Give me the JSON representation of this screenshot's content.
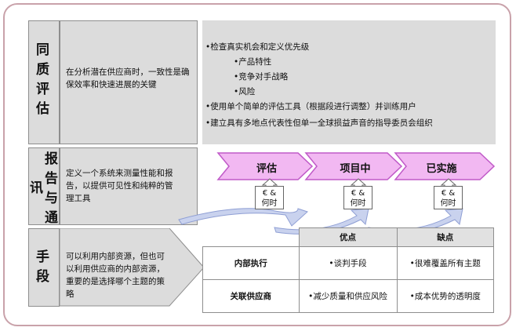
{
  "rows": [
    {
      "label": "同\n质\n评\n估",
      "description": "在分析潜在供应商时，一致性是确保效率和快速进展的关键"
    },
    {
      "label_part1": "讯",
      "label_part2": "报\n告\n与\n通",
      "description": "定义一个系统来测量性能和报告，以提供可见性和纯粹的管理工具"
    },
    {
      "label": "手\n段",
      "description": "可以利用内部资源，但也可以利用供应商的内部资源，重要的是选择哪个主题的策略"
    }
  ],
  "bullets": [
    "•检查真实机会和定义优先级",
    "•产品特性",
    "•竞争对手战略",
    "•风险",
    "•使用单个简单的评估工具（根据段进行调整）并训练用户",
    "•建立具有多地点代表性但单一全球损益声音的指导委员会组织"
  ],
  "stages": [
    {
      "label": "评估",
      "box": "€ &\n何时"
    },
    {
      "label": "项目中",
      "box": "€ &\n何时"
    },
    {
      "label": "已实施",
      "box": "€ &\n何时"
    }
  ],
  "table": {
    "headers": [
      "",
      "优点",
      "缺点"
    ],
    "rows": [
      [
        "内部执行",
        "•谈判手段",
        "•很难覆盖所有主题"
      ],
      [
        "关联供应商",
        "•减少质量和供应风险",
        "•成本优势的透明度"
      ]
    ]
  },
  "colors": {
    "arrow_fill": "#f2b8f2",
    "arrow_stroke": "#c05ac8",
    "circular_arrow": "#c9d2ee",
    "panel": "#dcdcdc"
  }
}
